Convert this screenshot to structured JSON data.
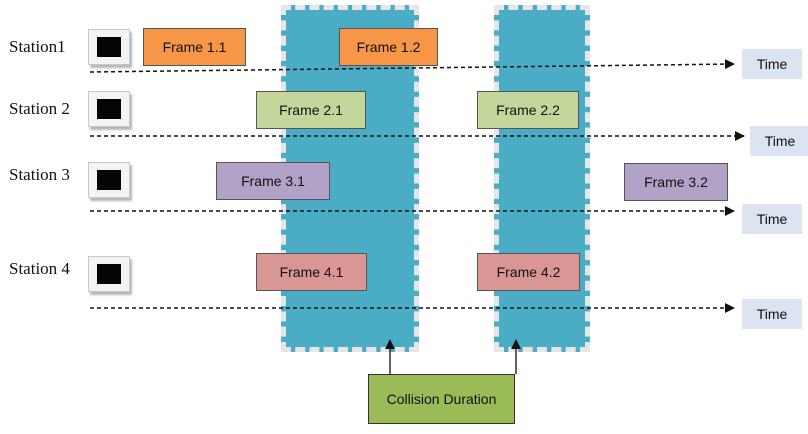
{
  "stations": [
    {
      "label": "Station1"
    },
    {
      "label": "Station 2"
    },
    {
      "label": "Station 3"
    },
    {
      "label": "Station 4"
    }
  ],
  "frames": [
    {
      "label": "Frame 1.1",
      "color": "#f79646"
    },
    {
      "label": "Frame 1.2",
      "color": "#f79646"
    },
    {
      "label": "Frame 2.1",
      "color": "#c3d69b"
    },
    {
      "label": "Frame 2.2",
      "color": "#c3d69b"
    },
    {
      "label": "Frame 3.1",
      "color": "#b3a2c7"
    },
    {
      "label": "Frame 3.2",
      "color": "#b3a2c7"
    },
    {
      "label": "Frame 4.1",
      "color": "#d99694"
    },
    {
      "label": "Frame 4.2",
      "color": "#d99694"
    }
  ],
  "time_label": "Time",
  "collision_label": "Collision Duration",
  "colors": {
    "collision_zone": "#4bacc6",
    "collision_box": "#9bbb59",
    "time_box": "#dbe4f0"
  }
}
